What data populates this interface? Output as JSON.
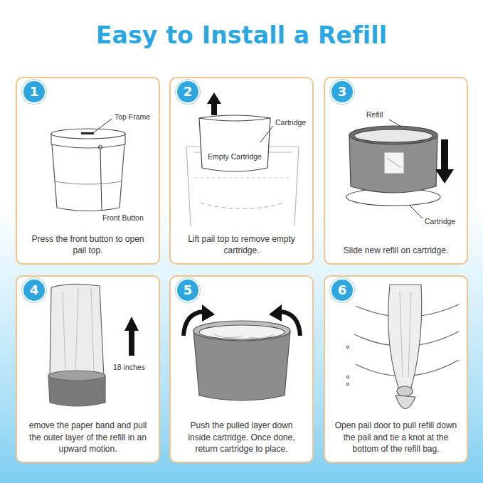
{
  "diagram": {
    "title": "Easy to Install a Refill",
    "nodes": [
      {
        "text": [
          "Press the front button to open pail top."
        ]
      },
      {
        "text": [
          "1"
        ],
        "in": 0
      },
      {
        "text": [
          "Lift pail top to remove empty cartridge."
        ]
      },
      {
        "text": [
          "2"
        ],
        "in": 2
      },
      {
        "text": [
          "Slide new refill on cartridge."
        ]
      },
      {
        "text": [
          "3"
        ],
        "in": 4
      },
      {
        "text": [
          "emove the paper band and pull the outer layer of the refill in an upward motion."
        ]
      },
      {
        "text": [
          "4"
        ],
        "in": 6
      },
      {
        "text": [
          "Push the pulled layer down inside cartridge. Once done, return cartridge to place."
        ]
      },
      {
        "text": [
          "5"
        ],
        "in": 8
      },
      {
        "text": [
          "Open pail door to pull refill down the pail and tie a knot at the bottom of the refill bag."
        ]
      },
      {
        "text": [
          "6"
        ],
        "in": 10
      }
    ],
    "labels": [
      "Top Frame",
      "Front Button",
      "Cartridge",
      "Empty Cartridge",
      "Refill",
      "Cartridge",
      "18 inches"
    ]
  }
}
